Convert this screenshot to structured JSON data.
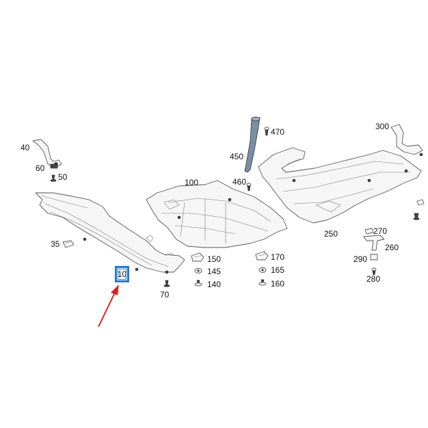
{
  "parts": {
    "p10": "10",
    "p35": "35",
    "p40": "40",
    "p50": "50",
    "p60": "60",
    "p70": "70",
    "p100": "100",
    "p140": "140",
    "p145": "145",
    "p150": "150",
    "p160": "160",
    "p165": "165",
    "p170": "170",
    "p250": "250",
    "p260": "260",
    "p270": "270",
    "p280": "280",
    "p290": "290",
    "p300": "300",
    "p450": "450",
    "p460": "460",
    "p470": "470"
  },
  "colors": {
    "highlight": "#1e7bd6",
    "arrow": "#e02020",
    "strut": "#7a8fa6"
  }
}
